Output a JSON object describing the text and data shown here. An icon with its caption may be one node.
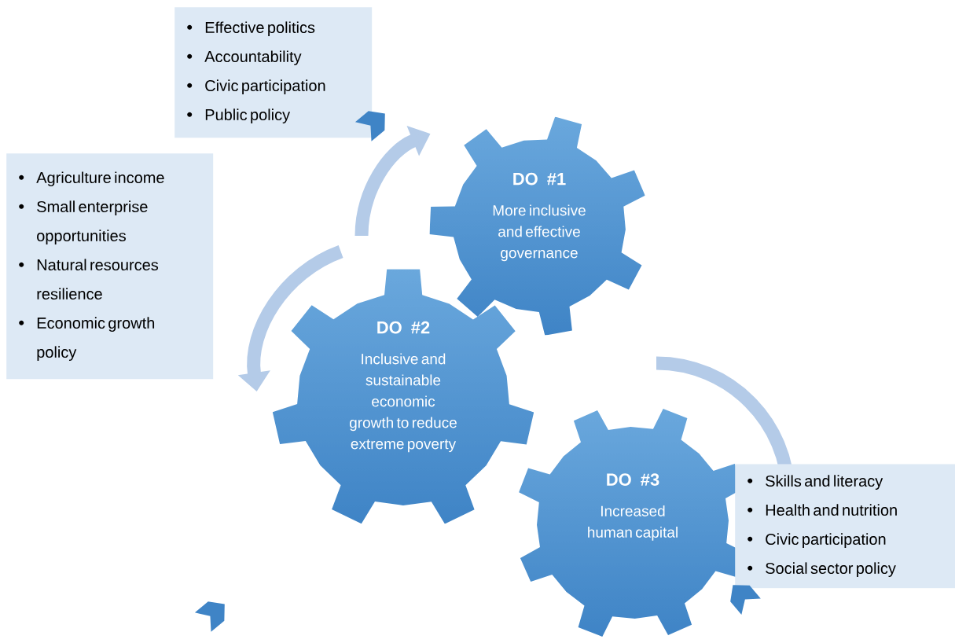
{
  "diagram": {
    "nodes": [
      {
        "text": [
          "Effective politics",
          "Accountability",
          "Civic participation",
          "Public policy"
        ]
      },
      {
        "text": [
          "Agriculture income",
          "Small enterprise opportunities",
          "Natural resources resilience",
          "Economic growth policy"
        ]
      },
      {
        "text": [
          "DO #1",
          "More inclusive and effective governance"
        ]
      },
      {
        "text": [
          "DO #2",
          "Inclusive and sustainable economic growth to reduce extreme poverty"
        ]
      },
      {
        "text": [
          "DO #3",
          "Increased human capital"
        ]
      },
      {
        "text": [
          "Skills and literacy",
          "Health and nutrition",
          "Civic participation",
          "Social sector policy"
        ]
      }
    ]
  }
}
